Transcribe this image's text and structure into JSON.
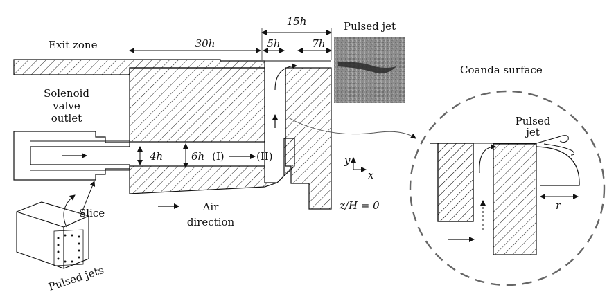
{
  "labels": {
    "exit_zone": "Exit zone",
    "pulsed_jet_top": "Pulsed jet",
    "coanda_surface": "Coanda surface",
    "solenoid_line1": "Solenoid",
    "solenoid_line2": "valve",
    "solenoid_line3": "outlet",
    "slice": "Slice",
    "pulsed_jets": "Pulsed jets",
    "air_line1": "Air",
    "air_line2": "direction",
    "pulsed_inset_line1": "Pulsed",
    "pulsed_inset_line2": "jet",
    "z_eq": "z/H = 0",
    "station_1": "(I)",
    "station_2": "(II)",
    "axis_y": "y",
    "axis_x": "x",
    "r": "r"
  },
  "dimensions": {
    "d15h": "15h",
    "d30h": "30h",
    "d5h": "5h",
    "d7h": "7h",
    "d4h": "4h",
    "d6h": "6h"
  },
  "colors": {
    "line": "#111111",
    "hatch": "#222222",
    "photo_bg": "#8a8a8a",
    "dashed_circle": "#666666"
  }
}
